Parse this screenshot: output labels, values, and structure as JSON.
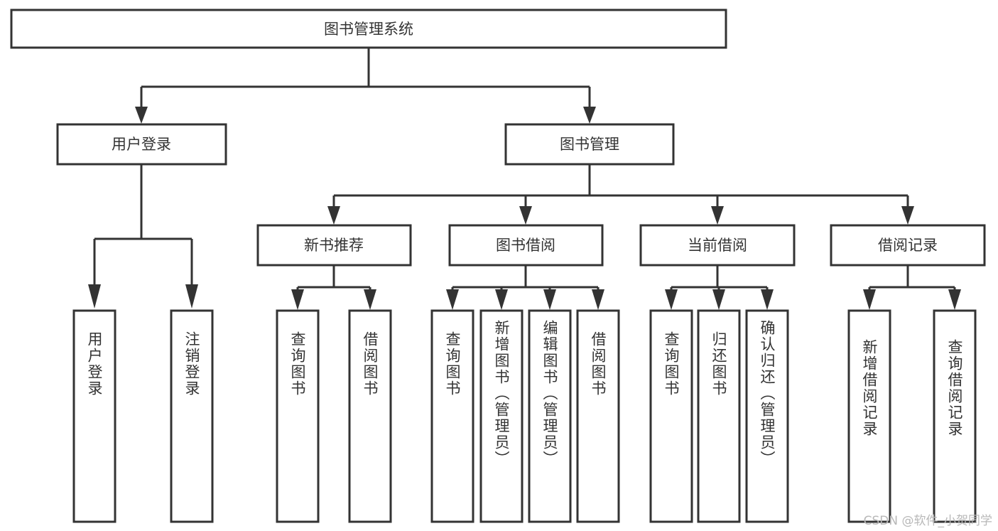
{
  "diagram": {
    "type": "tree-hierarchy-chart",
    "title": "图书管理系统",
    "orientation": "top-down",
    "colors": {
      "box_stroke": "#333333",
      "box_fill": "#ffffff",
      "connector": "#333333",
      "text": "#333333",
      "background": "#ffffff",
      "watermark": "#b8b8b8"
    },
    "levels": {
      "level0": [
        {
          "id": "root",
          "label": "图书管理系统",
          "orientation": "horizontal"
        }
      ],
      "level1": [
        {
          "id": "user-login",
          "label": "用户登录",
          "orientation": "horizontal"
        },
        {
          "id": "book-manage",
          "label": "图书管理",
          "orientation": "horizontal"
        }
      ],
      "level2": [
        {
          "id": "new-book-rec",
          "label": "新书推荐",
          "orientation": "horizontal",
          "parent": "book-manage"
        },
        {
          "id": "book-borrow",
          "label": "图书借阅",
          "orientation": "horizontal",
          "parent": "book-manage"
        },
        {
          "id": "current-borrow",
          "label": "当前借阅",
          "orientation": "horizontal",
          "parent": "book-manage"
        },
        {
          "id": "borrow-record",
          "label": "借阅记录",
          "orientation": "horizontal",
          "parent": "book-manage"
        }
      ],
      "level3": [
        {
          "id": "leaf-user-login",
          "label": "用户登录",
          "orientation": "vertical",
          "parent": "user-login"
        },
        {
          "id": "leaf-user-logout",
          "label": "注销登录",
          "orientation": "vertical",
          "parent": "user-login"
        },
        {
          "id": "leaf-query-book-1",
          "label": "查询图书",
          "orientation": "vertical",
          "parent": "new-book-rec"
        },
        {
          "id": "leaf-borrow-book-1",
          "label": "借阅图书",
          "orientation": "vertical",
          "parent": "new-book-rec"
        },
        {
          "id": "leaf-query-book-2",
          "label": "查询图书",
          "orientation": "vertical",
          "parent": "book-borrow"
        },
        {
          "id": "leaf-add-book",
          "label": "新增图书（管理员）",
          "orientation": "vertical",
          "parent": "book-borrow"
        },
        {
          "id": "leaf-edit-book",
          "label": "编辑图书（管理员）",
          "orientation": "vertical",
          "parent": "book-borrow"
        },
        {
          "id": "leaf-borrow-book-2",
          "label": "借阅图书",
          "orientation": "vertical",
          "parent": "book-borrow"
        },
        {
          "id": "leaf-query-book-3",
          "label": "查询图书",
          "orientation": "vertical",
          "parent": "current-borrow"
        },
        {
          "id": "leaf-return-book",
          "label": "归还图书",
          "orientation": "vertical",
          "parent": "current-borrow"
        },
        {
          "id": "leaf-confirm-return",
          "label": "确认归还（管理员）",
          "orientation": "vertical",
          "parent": "current-borrow"
        },
        {
          "id": "leaf-add-record",
          "label": "新增借阅记录",
          "orientation": "vertical",
          "parent": "borrow-record"
        },
        {
          "id": "leaf-query-record",
          "label": "查询借阅记录",
          "orientation": "vertical",
          "parent": "borrow-record"
        }
      ]
    }
  },
  "watermark": {
    "text": "CSDN @软件_小贺同学"
  }
}
